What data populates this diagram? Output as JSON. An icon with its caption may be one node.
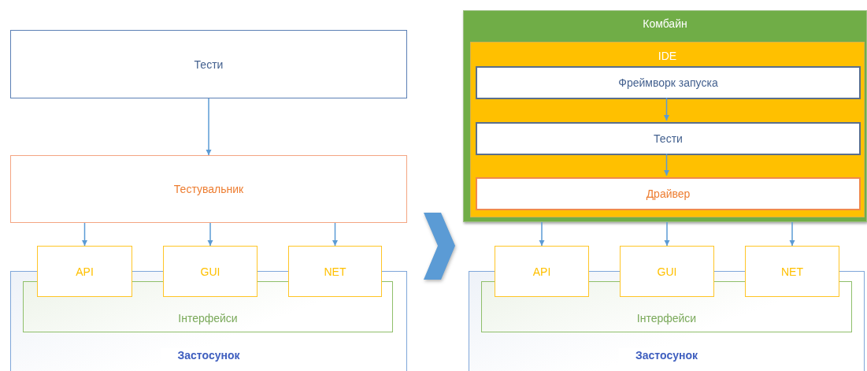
{
  "diagram": {
    "nodes": [
      {
        "text": [
          "Тести"
        ]
      },
      {
        "text": [
          "Тестувальник"
        ]
      },
      {
        "text": [
          "Застосунок"
        ]
      },
      {
        "text": [
          "Інтерфейси"
        ],
        "in": 2
      },
      {
        "text": [
          "API"
        ]
      },
      {
        "text": [
          "GUI"
        ]
      },
      {
        "text": [
          "NET"
        ]
      },
      {
        "text": [
          "Комбайн"
        ]
      },
      {
        "text": [
          "IDE"
        ],
        "in": 7
      },
      {
        "text": [
          "Фреймворк запуска"
        ],
        "in": 8
      },
      {
        "text": [
          "Тести"
        ],
        "in": 8
      },
      {
        "text": [
          "Драйвер"
        ],
        "in": 8
      },
      {
        "text": [
          "Застосунок"
        ]
      },
      {
        "text": [
          "Інтерфейси"
        ],
        "in": 12
      },
      {
        "text": [
          "API"
        ]
      },
      {
        "text": [
          "GUI"
        ]
      },
      {
        "text": [
          "NET"
        ]
      }
    ],
    "edges": [
      {
        "from": 0,
        "to": 1,
        "arrow": "to"
      },
      {
        "from": 1,
        "to": 4,
        "arrow": "to"
      },
      {
        "from": 1,
        "to": 5,
        "arrow": "to"
      },
      {
        "from": 1,
        "to": 6,
        "arrow": "to"
      },
      {
        "from": 9,
        "to": 10,
        "arrow": "to"
      },
      {
        "from": 10,
        "to": 11,
        "arrow": "to"
      },
      {
        "from": 7,
        "to": 14,
        "arrow": "to"
      },
      {
        "from": 7,
        "to": 15,
        "arrow": "to"
      },
      {
        "from": 7,
        "to": 16,
        "arrow": "to"
      }
    ]
  }
}
